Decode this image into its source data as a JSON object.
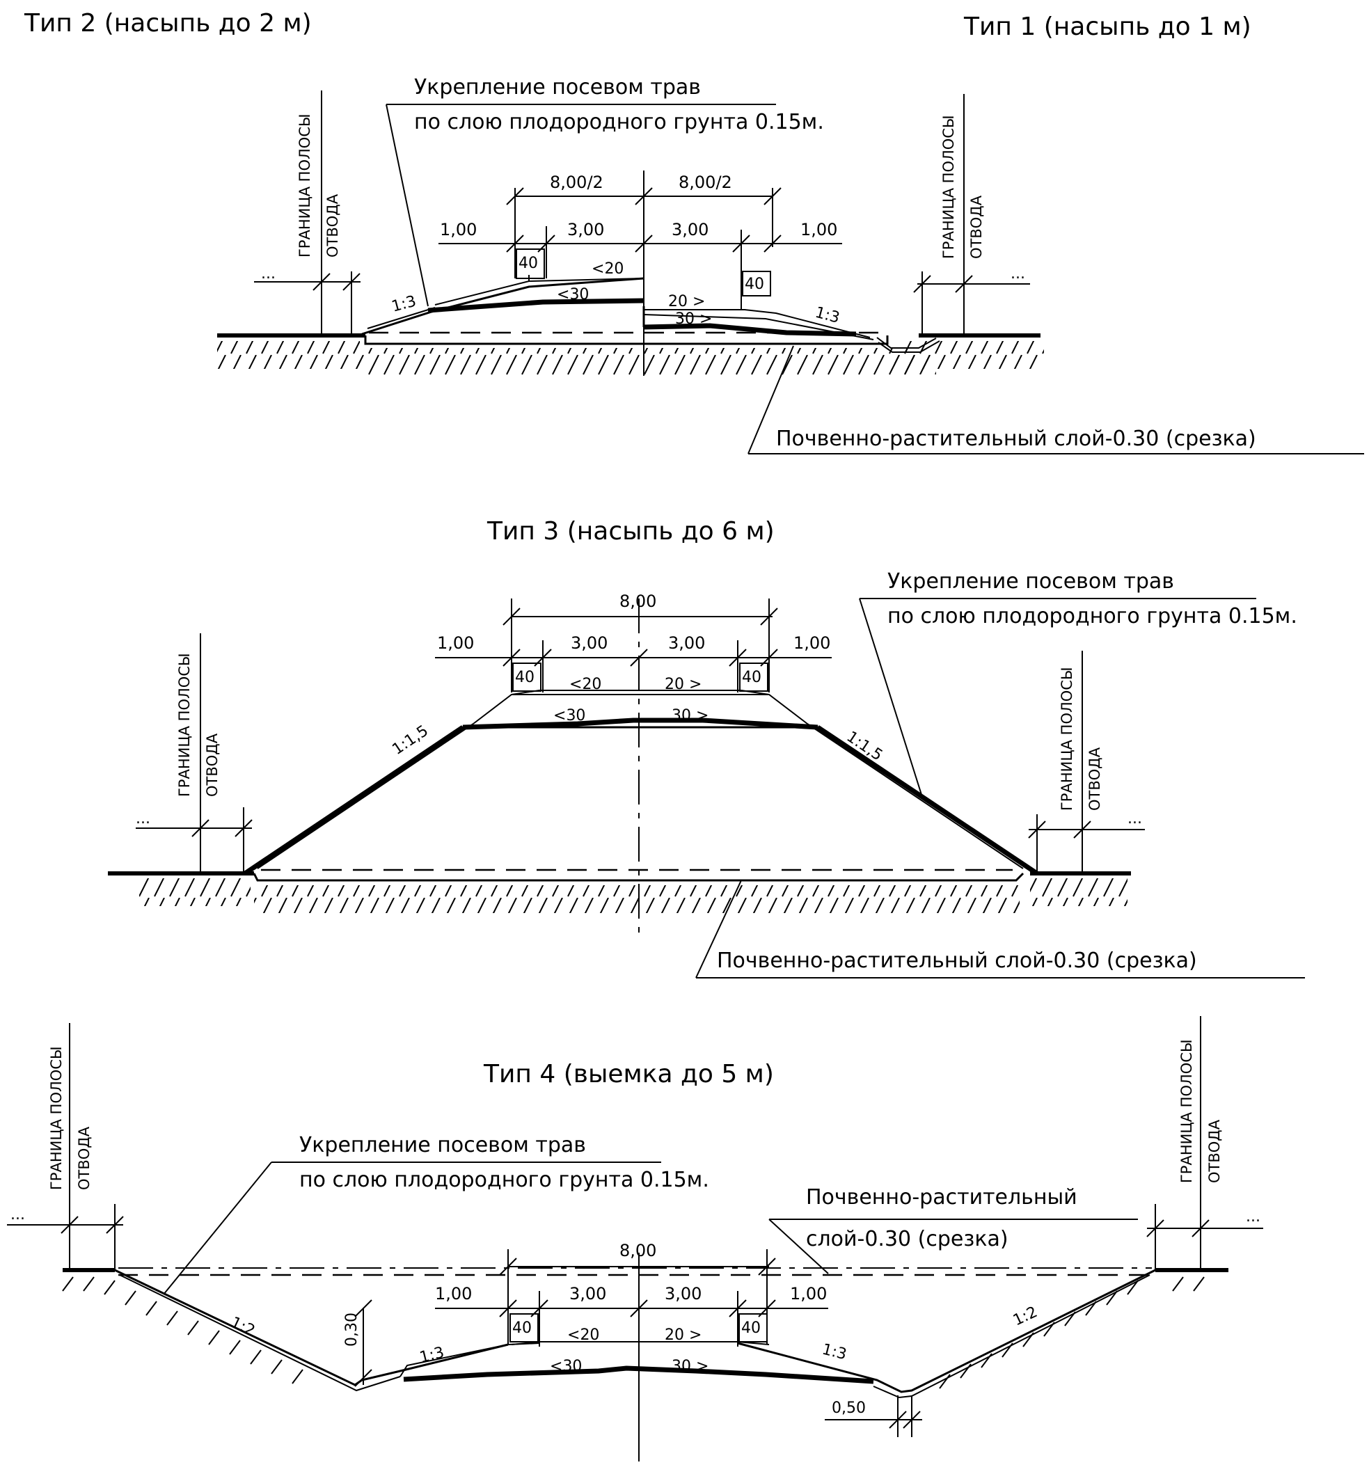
{
  "titles": {
    "type2": "Тип 2 (насыпь до 2 м)",
    "type1": "Тип 1 (насыпь до 1 м)",
    "type3": "Тип 3 (насыпь до 6 м)",
    "type4": "Тип 4 (выемка до 5 м)"
  },
  "notes": {
    "grass_line1": "Укрепление посевом трав",
    "grass_line2": "по слою плодородного грунта 0.15м.",
    "soil_cut": "Почвенно-растительный слой-0.30 (срезка)",
    "soil_line1": "Почвенно-растительный",
    "soil_line2": "слой-0.30 (срезка)"
  },
  "boundary": {
    "line1": "ГРАНИЦА ПОЛОСЫ",
    "line2": "ОТВОДА",
    "ellipsis": "..."
  },
  "dims": {
    "half_width": "8,00/2",
    "full_width": "8,00",
    "shoulder": "1,00",
    "lane": "3,00",
    "edge": "40",
    "slope_top": "20",
    "slope_base": "30",
    "ditch_depth": "0,30",
    "ditch_bottom": "0,50"
  },
  "slopes": {
    "s13": "1:3",
    "s115": "1:1,5",
    "s12": "1:2"
  }
}
